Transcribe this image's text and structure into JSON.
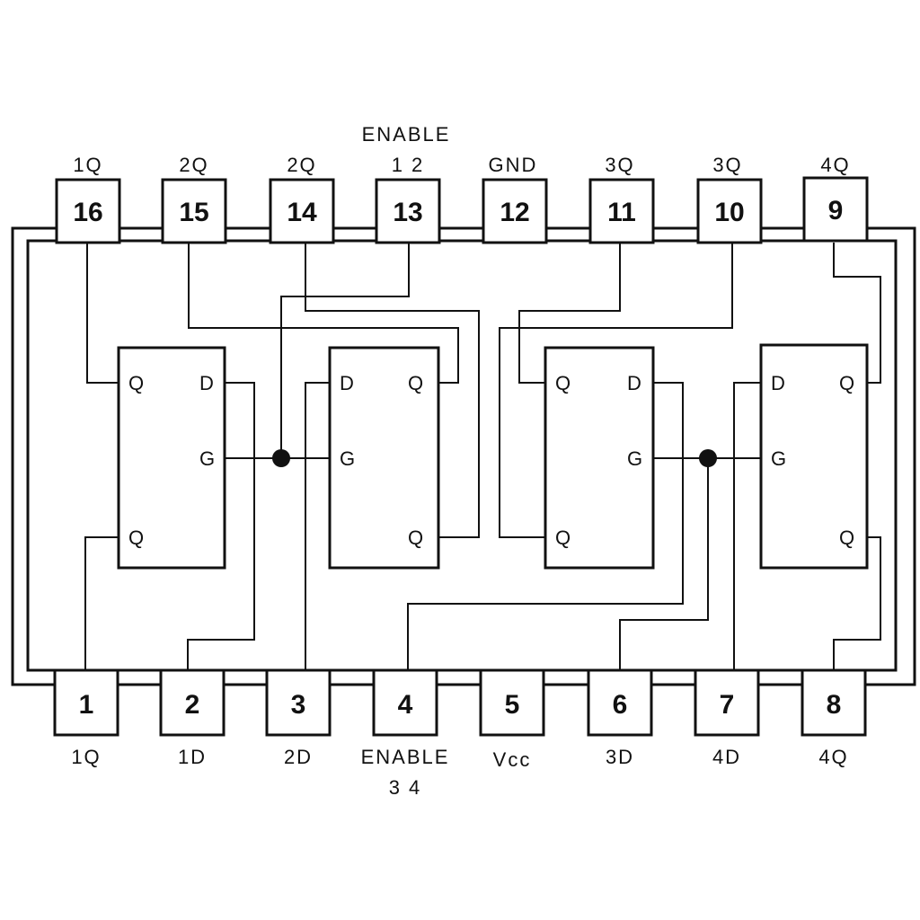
{
  "top_pins": [
    {
      "num": "16",
      "label": "1Q"
    },
    {
      "num": "15",
      "label": "2Q"
    },
    {
      "num": "14",
      "label": "2Q"
    },
    {
      "num": "13",
      "label": "1 2"
    },
    {
      "num": "12",
      "label": "GND"
    },
    {
      "num": "11",
      "label": "3Q"
    },
    {
      "num": "10",
      "label": "3Q"
    },
    {
      "num": "9",
      "label": "4Q"
    }
  ],
  "top_enable_label": "ENABLE",
  "bottom_pins": [
    {
      "num": "1",
      "label": "1Q"
    },
    {
      "num": "2",
      "label": "1D"
    },
    {
      "num": "3",
      "label": "2D"
    },
    {
      "num": "4",
      "label": "ENABLE"
    },
    {
      "num": "5",
      "label": "Vcc"
    },
    {
      "num": "6",
      "label": "3D"
    },
    {
      "num": "7",
      "label": "4D"
    },
    {
      "num": "8",
      "label": "4Q"
    }
  ],
  "bottom_enable_sub": "3 4",
  "latches": [
    {
      "ports": [
        "Q",
        "D",
        "G",
        "Q"
      ]
    },
    {
      "ports": [
        "D",
        "Q",
        "G",
        "Q"
      ]
    },
    {
      "ports": [
        "Q",
        "D",
        "G",
        "Q"
      ]
    },
    {
      "ports": [
        "D",
        "Q",
        "G",
        "Q"
      ]
    }
  ]
}
